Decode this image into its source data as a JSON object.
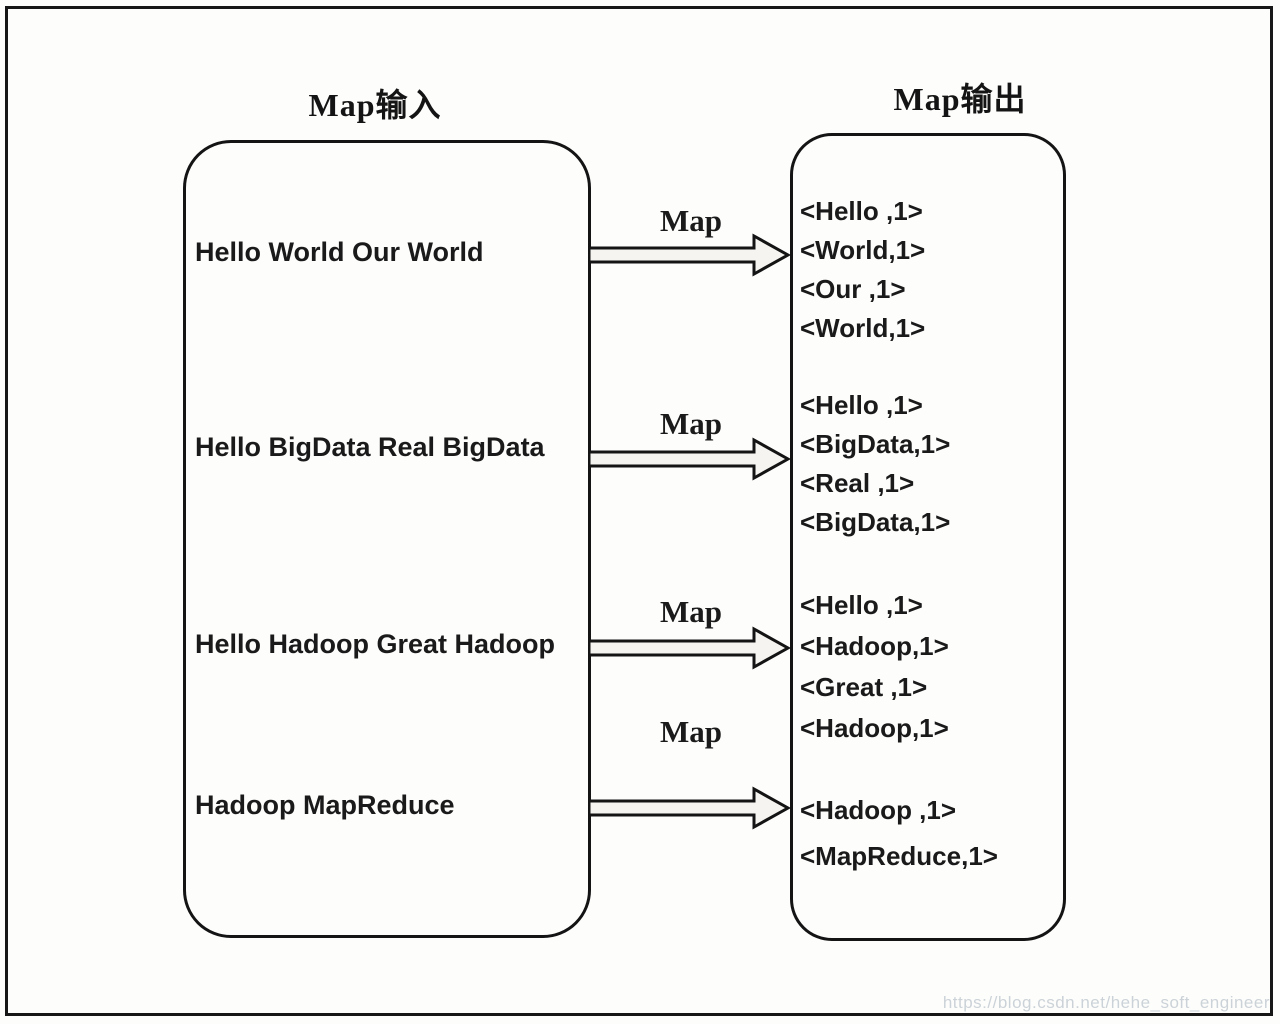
{
  "diagram": {
    "input_title": "Map输入",
    "output_title": "Map输出",
    "map_label": "Map",
    "groups": [
      {
        "input": "Hello World Our World",
        "outputs": [
          "<Hello ,1>",
          "<World,1>",
          "<Our ,1>",
          "<World,1>"
        ]
      },
      {
        "input": "Hello BigData Real BigData",
        "outputs": [
          "<Hello ,1>",
          "<BigData,1>",
          "<Real ,1>",
          "<BigData,1>"
        ]
      },
      {
        "input": "Hello Hadoop Great Hadoop",
        "outputs": [
          "<Hello ,1>",
          "<Hadoop,1>",
          "<Great ,1>",
          "<Hadoop,1>"
        ]
      },
      {
        "input": "Hadoop MapReduce",
        "outputs": [
          "<Hadoop ,1>",
          "<MapReduce,1>"
        ]
      }
    ],
    "colors": {
      "line": "#141414",
      "text": "#1a1a1a",
      "arrow_fill": "#f5f4f0",
      "watermark": "#ccd3d8"
    },
    "watermark": "https://blog.csdn.net/hehe_soft_engineer"
  }
}
